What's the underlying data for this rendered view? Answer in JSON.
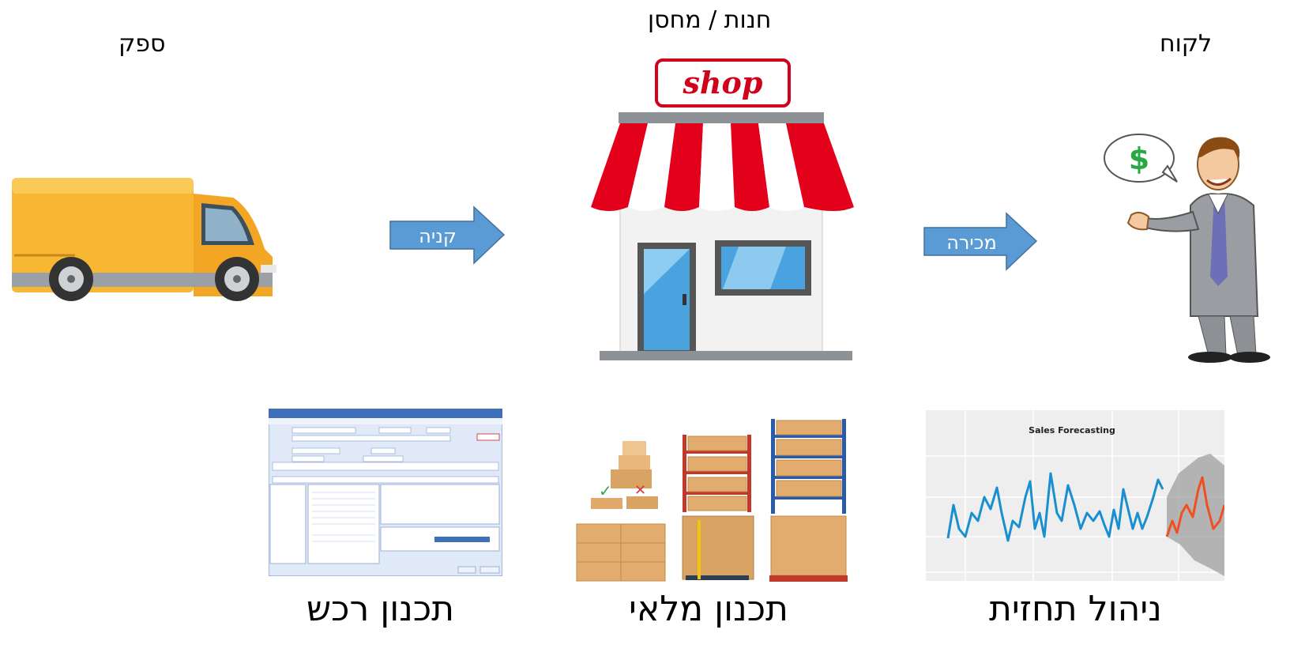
{
  "top_labels": {
    "supplier": "ספק",
    "store": "חנות / מחסן",
    "customer": "לקוח"
  },
  "arrows": {
    "purchase": "קניה",
    "sale": "מכירה"
  },
  "shop_sign": "shop",
  "forecast_chart_title": "Sales Forecasting",
  "bottom_labels": {
    "procurement": "תכנון רכש",
    "inventory": "תכנון מלאי",
    "forecast": "ניהול תחזית"
  },
  "colors": {
    "arrow_fill": "#5b9bd5",
    "awning_red": "#e3001b",
    "truck_yellow": "#f7b733",
    "series_actual": "#1a8fd0",
    "series_forecast": "#f04e23"
  }
}
